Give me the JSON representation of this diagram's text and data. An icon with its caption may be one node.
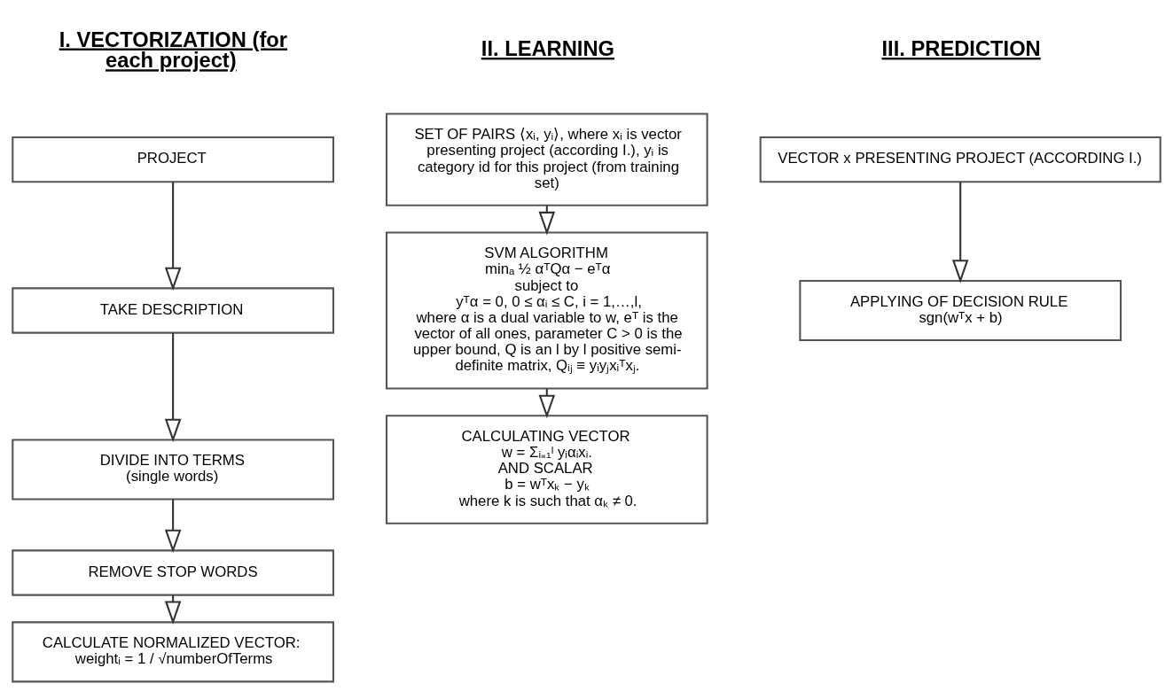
{
  "diagram": {
    "nodes": [
      {
        "text": [
          "PROJECT"
        ]
      },
      {
        "text": [
          "TAKE DESCRIPTION"
        ]
      },
      {
        "text": [
          "DIVIDE INTO TERMS",
          "(single words)"
        ]
      },
      {
        "text": [
          "REMOVE STOP WORDS"
        ]
      },
      {
        "text": [
          "CALCULATE NORMALIZED VECTOR:",
          "weightᵢ = 1 / √numberOfTerms"
        ]
      },
      {
        "text": [
          "SET OF PAIRS ⟨xᵢ, yᵢ⟩, where xᵢ is vector presenting project (according I.), yᵢ is category id for this project (from training set)"
        ]
      },
      {
        "text": [
          "SVM ALGORITHM",
          "minₐ ½ αᵀQα − eᵀα",
          "subject to",
          "yᵀα = 0, 0 ≤ αᵢ ≤ C, i = 1,…,l,",
          "where α is a dual variable to w, eᵀ is the vector of all ones, parameter C > 0 is the upper bound, Q is an l by l positive semi-definite matrix, Qᵢⱼ ≡ yᵢyⱼxᵢᵀxⱼ."
        ]
      },
      {
        "text": [
          "CALCULATING VECTOR",
          "w = Σᵢ₌₁ˡ yᵢαᵢxᵢ.",
          "AND SCALAR",
          "b = wᵀxₖ − yₖ",
          "where k is such that αₖ ≠ 0."
        ]
      },
      {
        "text": [
          "VECTOR x PRESENTING PROJECT (ACCORDING I.)"
        ]
      },
      {
        "text": [
          "APPLYING OF DECISION RULE",
          "sgn(wᵀx + b)"
        ]
      }
    ],
    "edges": [
      {
        "from": 0,
        "to": 1,
        "arrow": "to"
      },
      {
        "from": 1,
        "to": 2,
        "arrow": "to"
      },
      {
        "from": 2,
        "to": 3,
        "arrow": "to"
      },
      {
        "from": 3,
        "to": 4,
        "arrow": "to"
      },
      {
        "from": 5,
        "to": 6,
        "arrow": "to"
      },
      {
        "from": 6,
        "to": 7,
        "arrow": "to"
      },
      {
        "from": 8,
        "to": 9,
        "arrow": "to"
      }
    ],
    "labels": [
      "I. VECTORIZATION (for each project)",
      "II. LEARNING",
      "III. PREDICTION"
    ]
  }
}
